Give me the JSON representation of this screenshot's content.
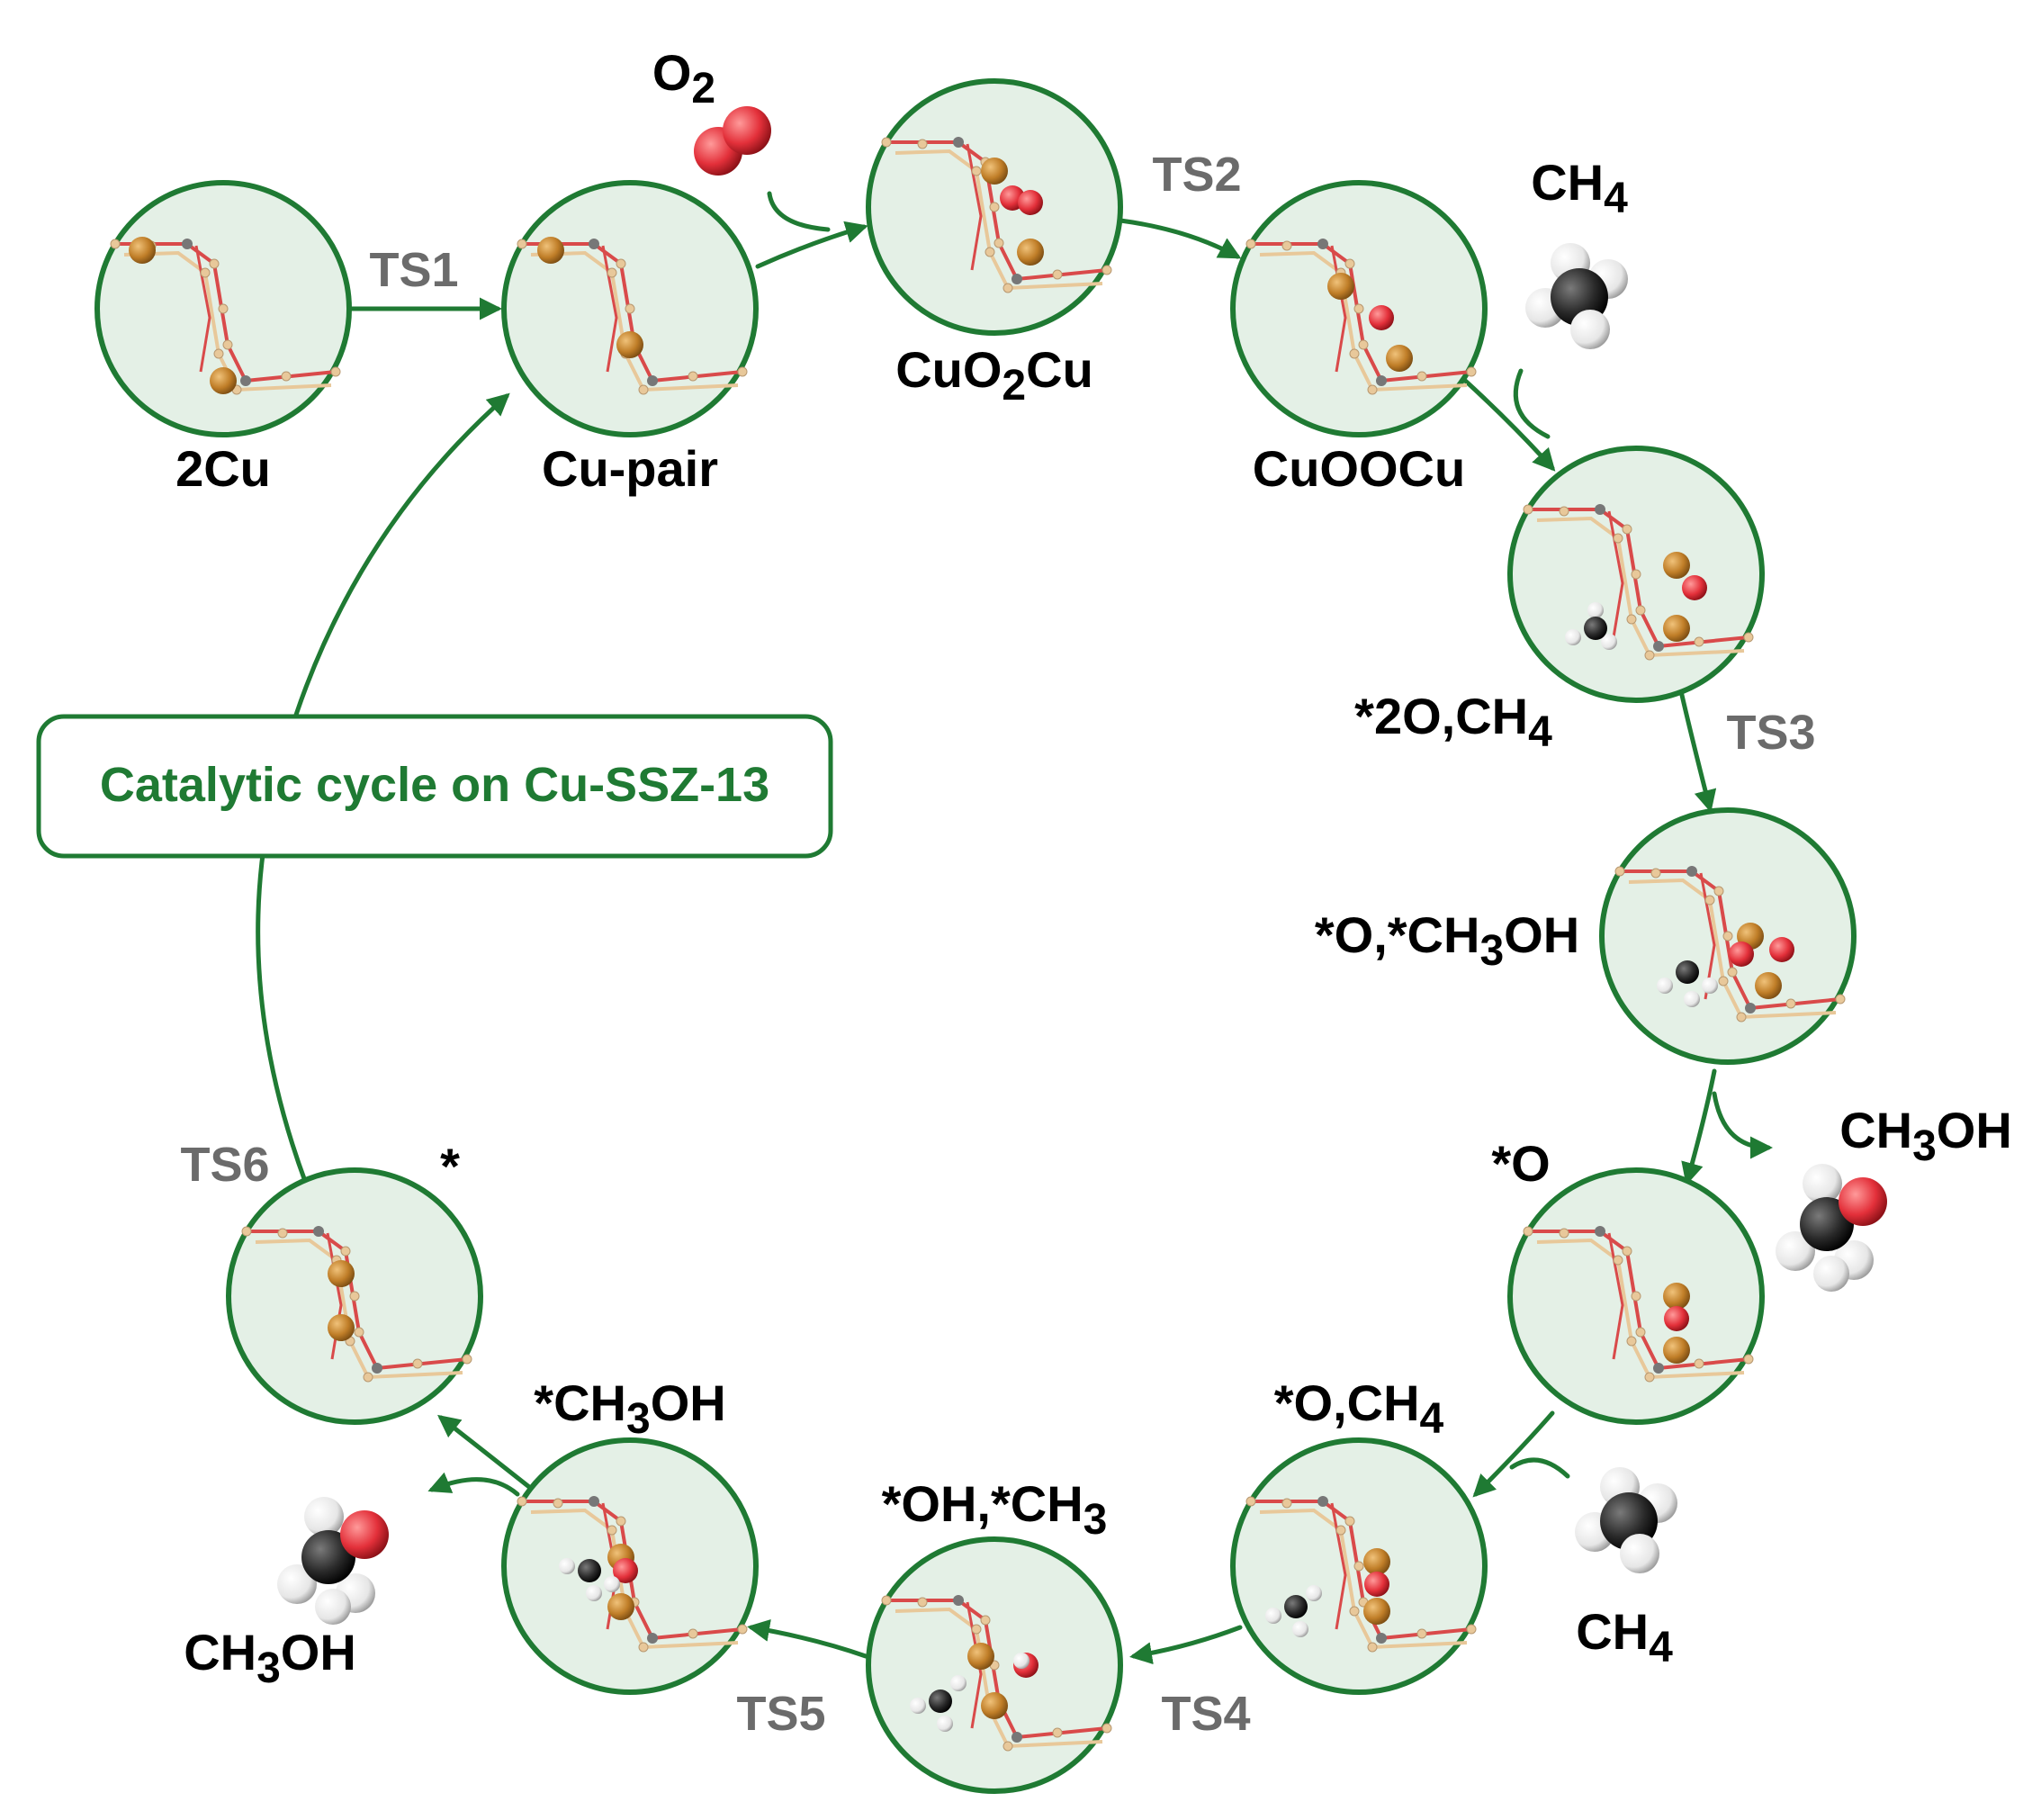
{
  "title": "Catalytic cycle on Cu-SSZ-13",
  "colors": {
    "arrow": "#1f7a33",
    "node_stroke": "#1f7a33",
    "node_fill": "#e4f0e6",
    "ts_label": "#6b6b6b",
    "copper": "#c07e28",
    "oxygen": "#e3303a",
    "carbon": "#2a2a2a",
    "hydrogen": "#f2f2f2",
    "framework_o": "#d94a4a",
    "framework_si": "#e8c89a",
    "framework_al": "#777777"
  },
  "states": [
    {
      "id": "2cu",
      "label": "2Cu"
    },
    {
      "id": "cu-pair",
      "label": "Cu-pair"
    },
    {
      "id": "cuo2cu",
      "label": "CuO",
      "sub": "2",
      "tail": "Cu"
    },
    {
      "id": "cuoocu",
      "label": "CuOOCu"
    },
    {
      "id": "2o-ch4",
      "label": "*2O,CH",
      "sub": "4",
      "tail": ""
    },
    {
      "id": "o-ch3oh",
      "label": "*O,*CH",
      "sub": "3",
      "tail": "OH"
    },
    {
      "id": "o",
      "label": "*O"
    },
    {
      "id": "o-ch4",
      "label": "*O,CH",
      "sub": "4",
      "tail": ""
    },
    {
      "id": "oh-ch3",
      "label": "*OH,*CH",
      "sub": "3",
      "tail": ""
    },
    {
      "id": "ch3oh-ads",
      "label": "*CH",
      "sub": "3",
      "tail": "OH"
    },
    {
      "id": "empty",
      "label": "*"
    }
  ],
  "transition_states": [
    "TS1",
    "TS2",
    "TS3",
    "TS4",
    "TS5",
    "TS6"
  ],
  "molecules": {
    "o2": {
      "text": "O",
      "sub": "2"
    },
    "ch4_in_1": {
      "text": "CH",
      "sub": "4"
    },
    "ch3oh_out_1": {
      "text": "CH",
      "sub": "3",
      "tail": "OH"
    },
    "ch4_in_2": {
      "text": "CH",
      "sub": "4"
    },
    "ch3oh_out_2": {
      "text": "CH",
      "sub": "3",
      "tail": "OH"
    }
  }
}
